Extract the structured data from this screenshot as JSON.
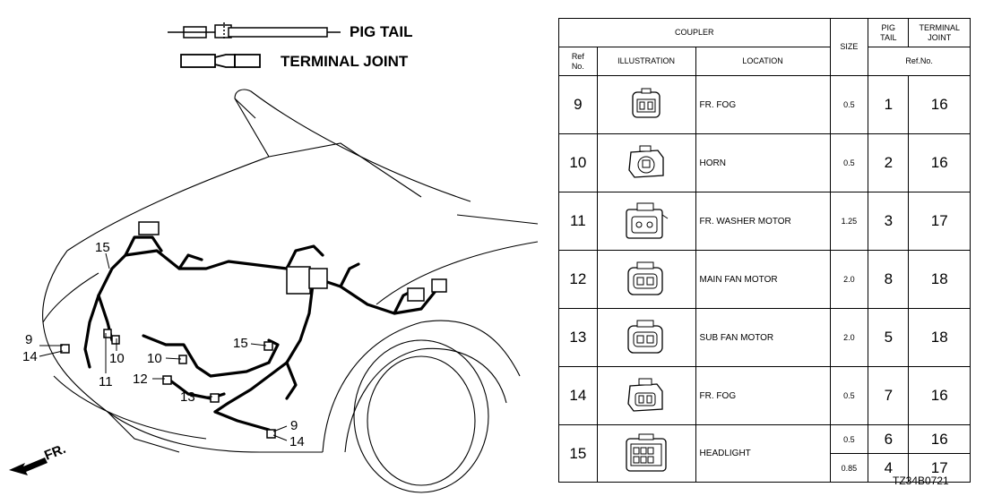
{
  "legend": {
    "pig_tail": "PIG TAIL",
    "terminal_joint": "TERMINAL JOINT"
  },
  "front_label": "FR.",
  "callouts": {
    "left_9": "9",
    "left_14": "14",
    "n15_top": "15",
    "n11": "11",
    "n10_left": "10",
    "n10_mid": "10",
    "n12": "12",
    "n13": "13",
    "n15_mid": "15",
    "n9_bottom": "9",
    "n14_bottom": "14"
  },
  "table": {
    "headers": {
      "coupler": "COUPLER",
      "size": "SIZE",
      "pig_tail": "PIG\nTAIL",
      "terminal_joint": "TERMINAL\nJOINT",
      "ref_no": "Ref\nNo.",
      "illustration": "ILLUSTRATION",
      "location": "LOCATION",
      "ref_no2": "Ref.No."
    },
    "rows": [
      {
        "ref": "9",
        "location": "FR. FOG",
        "size": "0.5",
        "pig": "1",
        "tj": "16",
        "icon": "fog-coupler-icon"
      },
      {
        "ref": "10",
        "location": "HORN",
        "size": "0.5",
        "pig": "2",
        "tj": "16",
        "icon": "horn-coupler-icon"
      },
      {
        "ref": "11",
        "location": "FR. WASHER MOTOR",
        "size": "1.25",
        "pig": "3",
        "tj": "17",
        "icon": "washer-coupler-icon"
      },
      {
        "ref": "12",
        "location": "MAIN FAN MOTOR",
        "size": "2.0",
        "pig": "8",
        "tj": "18",
        "icon": "main-fan-coupler-icon"
      },
      {
        "ref": "13",
        "location": "SUB FAN MOTOR",
        "size": "2.0",
        "pig": "5",
        "tj": "18",
        "icon": "sub-fan-coupler-icon"
      },
      {
        "ref": "14",
        "location": "FR. FOG",
        "size": "0.5",
        "pig": "7",
        "tj": "16",
        "icon": "fog-coupler-icon"
      }
    ],
    "row15": {
      "ref": "15",
      "location": "HEADLIGHT",
      "icon": "headlight-coupler-icon",
      "sub": [
        {
          "size": "0.5",
          "pig": "6",
          "tj": "16"
        },
        {
          "size": "0.85",
          "pig": "4",
          "tj": "17"
        }
      ]
    }
  },
  "diagram_code": "TZ34B0721"
}
